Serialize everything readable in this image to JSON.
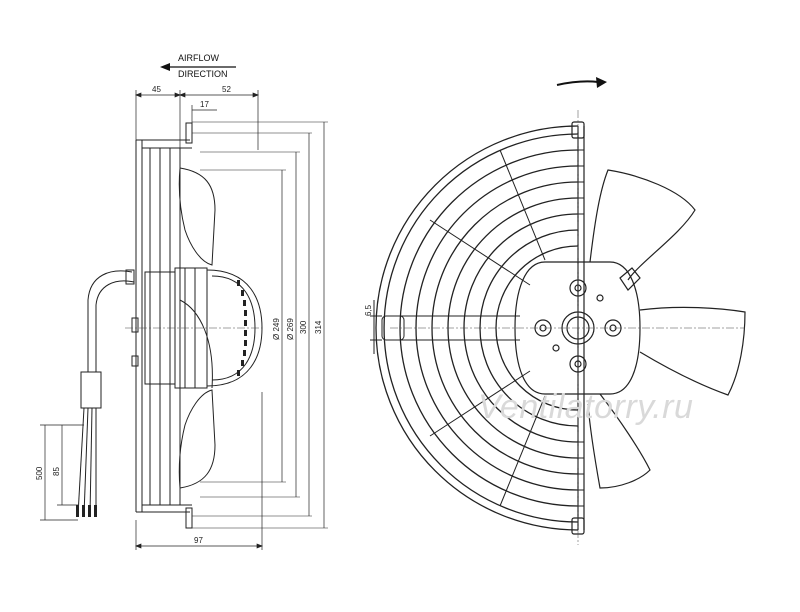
{
  "labels": {
    "airflow": "AIRFLOW",
    "direction": "DIRECTION"
  },
  "dimensions": {
    "d45": "45",
    "d52": "52",
    "d17": "17",
    "d249": "Ø 249",
    "d269": "Ø 269",
    "d300": "300",
    "d314": "314",
    "d97": "97",
    "d500": "500",
    "d85": "85",
    "d65": "6,5"
  },
  "watermark": "Ventilatorry.ru",
  "colors": {
    "line": "#222222",
    "watermark": "#d9d9d9"
  }
}
